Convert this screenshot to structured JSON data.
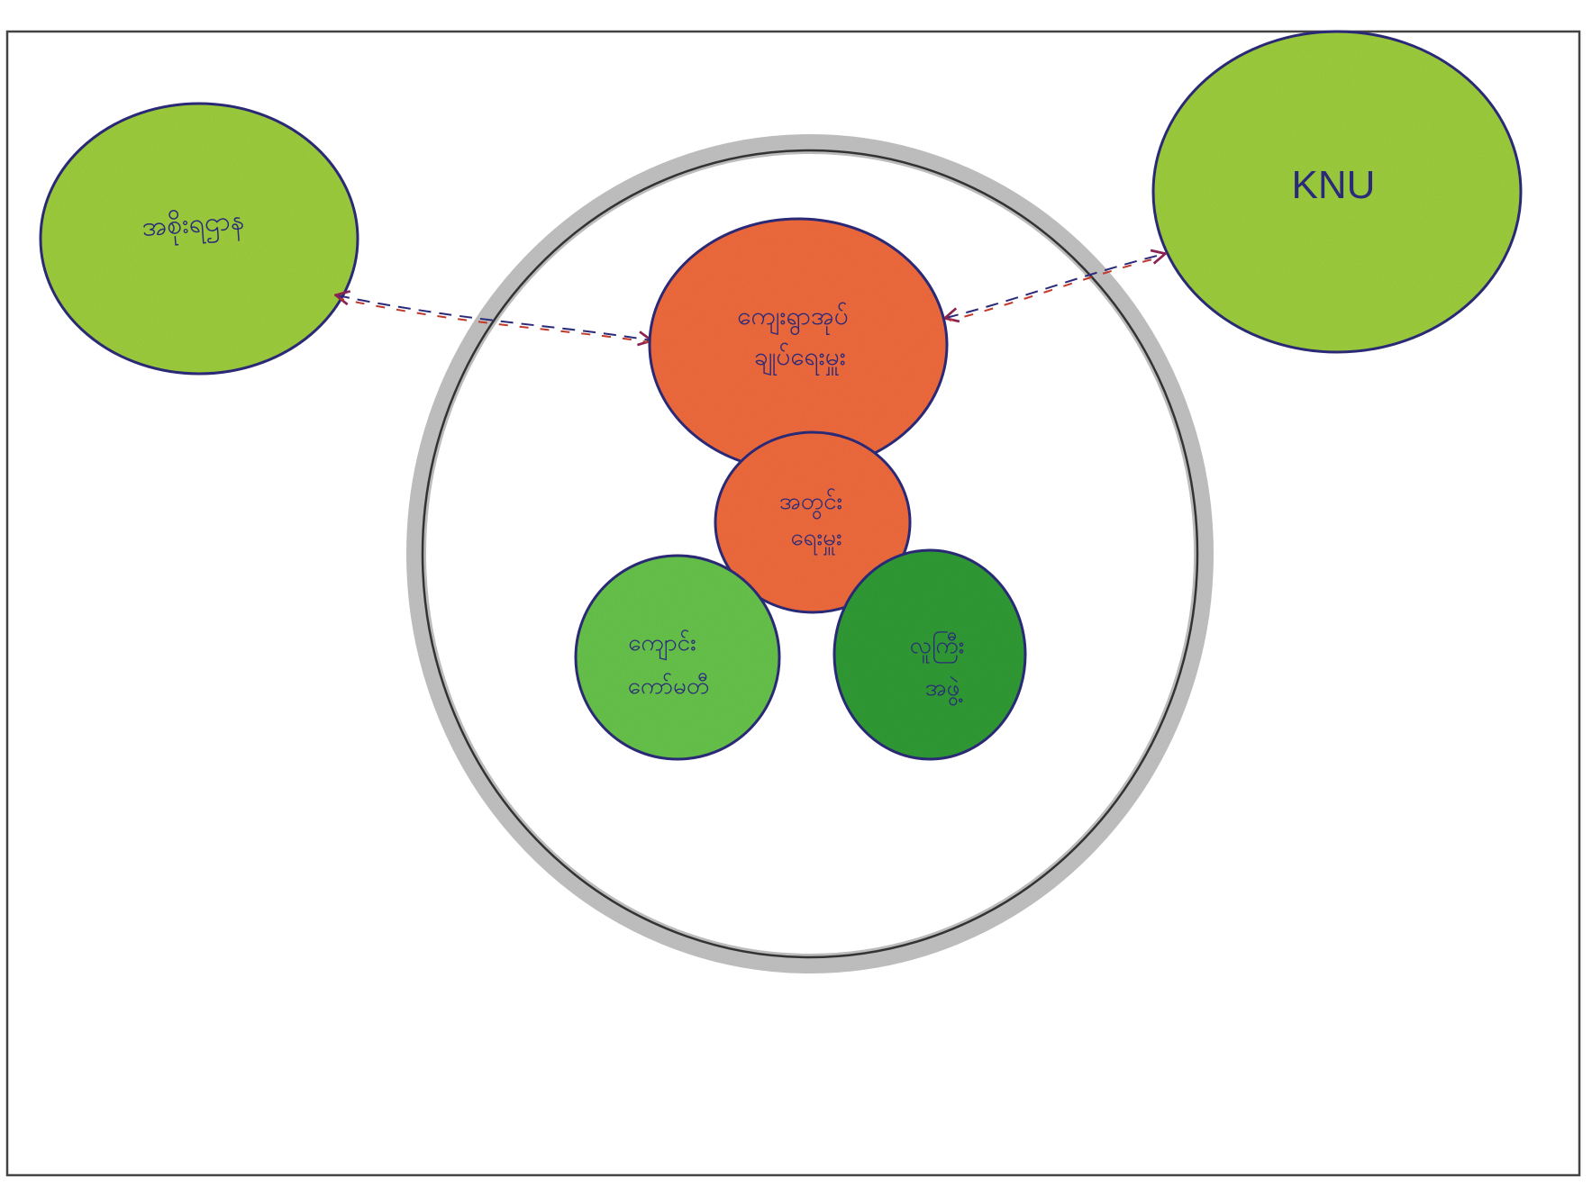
{
  "diagram": {
    "nodes": {
      "left_actor": {
        "label": "အစိုးရဌာန",
        "fill": "#9ccc3c",
        "stroke": "#2b2a7a"
      },
      "knu": {
        "label": "KNU",
        "fill": "#9ccc3c",
        "stroke": "#2b2a7a"
      },
      "village_leaders": {
        "label_line1": "ကျေးရွာအုပ်",
        "label_line2": "ချုပ်ရေးမှူး",
        "fill": "#ee6a3c",
        "stroke": "#2b2a7a"
      },
      "secretary": {
        "label_line1": "အတွင်း",
        "label_line2": "ရေးမှူး",
        "fill": "#ee6a3c",
        "stroke": "#2b2a7a"
      },
      "school_committee": {
        "label_line1": "ကျောင်း",
        "label_line2": "ကော်မတီ",
        "fill": "#66c24a",
        "stroke": "#2b2a7a"
      },
      "elders": {
        "label_line1": "လူကြီး",
        "label_line2": "အဖွဲ့",
        "fill": "#2f9a33",
        "stroke": "#2b2a7a"
      }
    },
    "community_ring": {
      "stroke": "#333333",
      "shade": "#8a8a8a"
    },
    "links": [
      {
        "from": "left_actor",
        "to": "village_leaders",
        "style": "dashed",
        "colors": [
          "#c0392b",
          "#2b2a7a"
        ]
      },
      {
        "from": "village_leaders",
        "to": "knu",
        "style": "dashed",
        "colors": [
          "#c0392b",
          "#2b2a7a"
        ]
      }
    ]
  }
}
